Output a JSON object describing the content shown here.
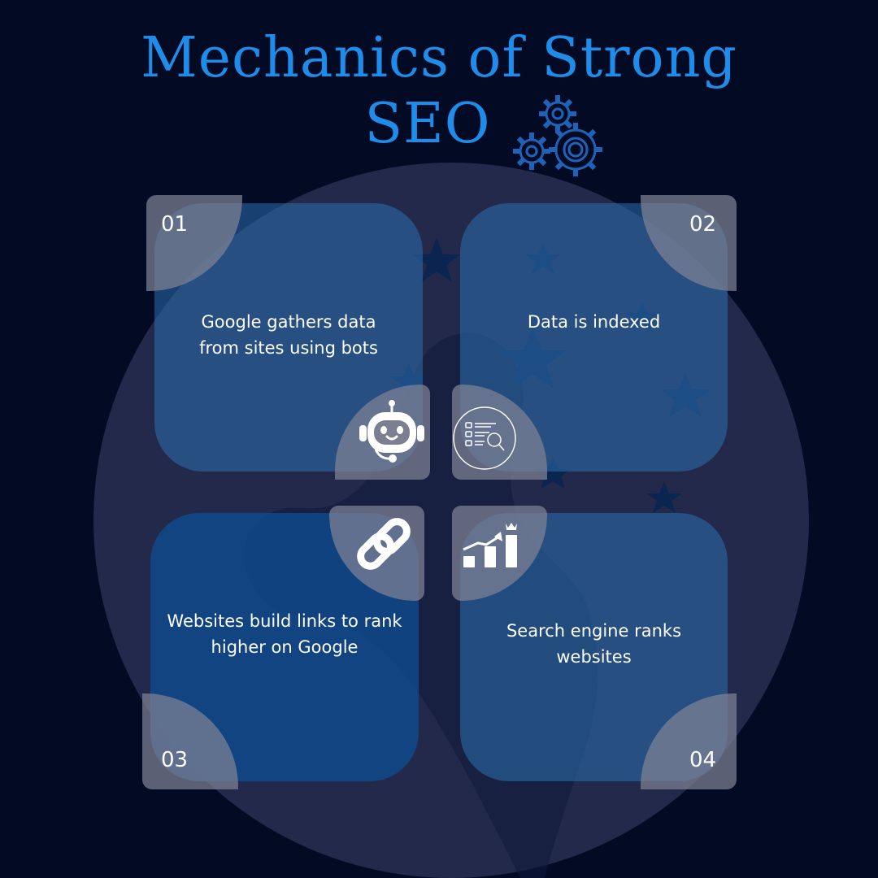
{
  "title": {
    "line1": "Mechanics of Strong",
    "line2": "SEO"
  },
  "colors": {
    "background": "#020a24",
    "title": "#1e8ce8",
    "card": "#2c6fb0",
    "card_dark": "#0d4b8c",
    "tab": "#808294",
    "text": "#ffffff"
  },
  "steps": [
    {
      "number": "01",
      "text": "Google gathers data from sites using bots",
      "icon": "robot-icon"
    },
    {
      "number": "02",
      "text": "Data is indexed",
      "icon": "index-search-icon"
    },
    {
      "number": "03",
      "text": "Websites build links to rank higher on Google",
      "icon": "link-icon"
    },
    {
      "number": "04",
      "text": "Search engine ranks websites",
      "icon": "ranking-chart-icon"
    }
  ],
  "decoration": {
    "header_icon": "gears-icon"
  }
}
